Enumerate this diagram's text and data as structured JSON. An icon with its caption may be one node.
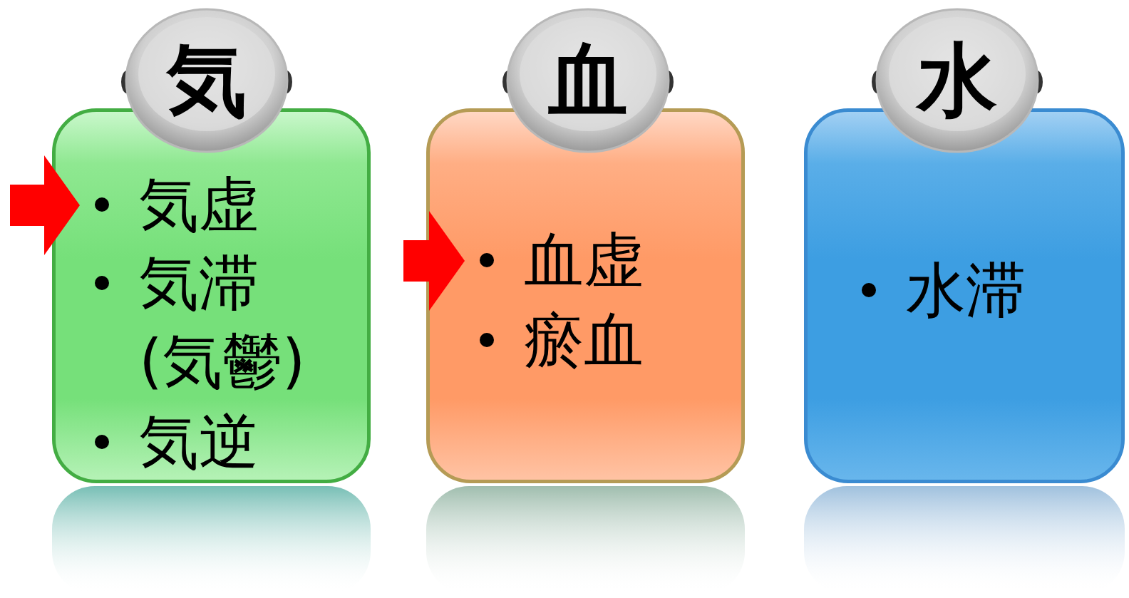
{
  "diagram": {
    "nodes": [
      {
        "text": [
          "気"
        ]
      },
      {
        "text": [],
        "shape": "box"
      },
      {
        "text": [
          "気虚"
        ],
        "in": 1
      },
      {
        "text": [
          "気滞(気鬱)"
        ],
        "in": 1
      },
      {
        "text": [
          "気逆"
        ],
        "in": 1
      },
      {
        "text": [
          "血"
        ]
      },
      {
        "text": [],
        "shape": "box"
      },
      {
        "text": [
          "血虚"
        ],
        "in": 6
      },
      {
        "text": [
          "瘀血"
        ],
        "in": 6
      },
      {
        "text": [
          "水"
        ]
      },
      {
        "text": [],
        "shape": "box"
      },
      {
        "text": [
          "水滞"
        ],
        "in": 10
      }
    ],
    "edges": [
      {
        "from": null,
        "to": 2,
        "arrow": "to"
      },
      {
        "from": null,
        "to": 7,
        "arrow": "to"
      }
    ]
  }
}
